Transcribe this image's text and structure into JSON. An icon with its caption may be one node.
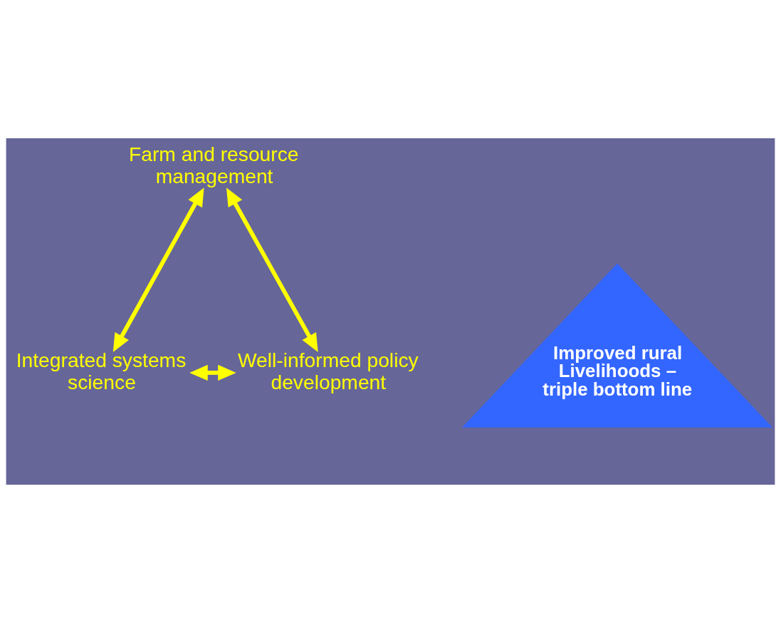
{
  "diagram": {
    "nodes": [
      {
        "text": [
          "Farm and resource management"
        ]
      },
      {
        "text": [
          "Improved rural Livelihoods – triple bottom line"
        ]
      },
      {
        "text": [
          "Integrated systems science"
        ]
      },
      {
        "text": [
          "Well-informed policy development"
        ]
      }
    ],
    "edges": [
      {
        "from": 2,
        "to": 0,
        "arrow": "both"
      },
      {
        "from": 0,
        "to": 3,
        "arrow": "both"
      },
      {
        "from": 2,
        "to": 3,
        "arrow": "both"
      }
    ]
  }
}
